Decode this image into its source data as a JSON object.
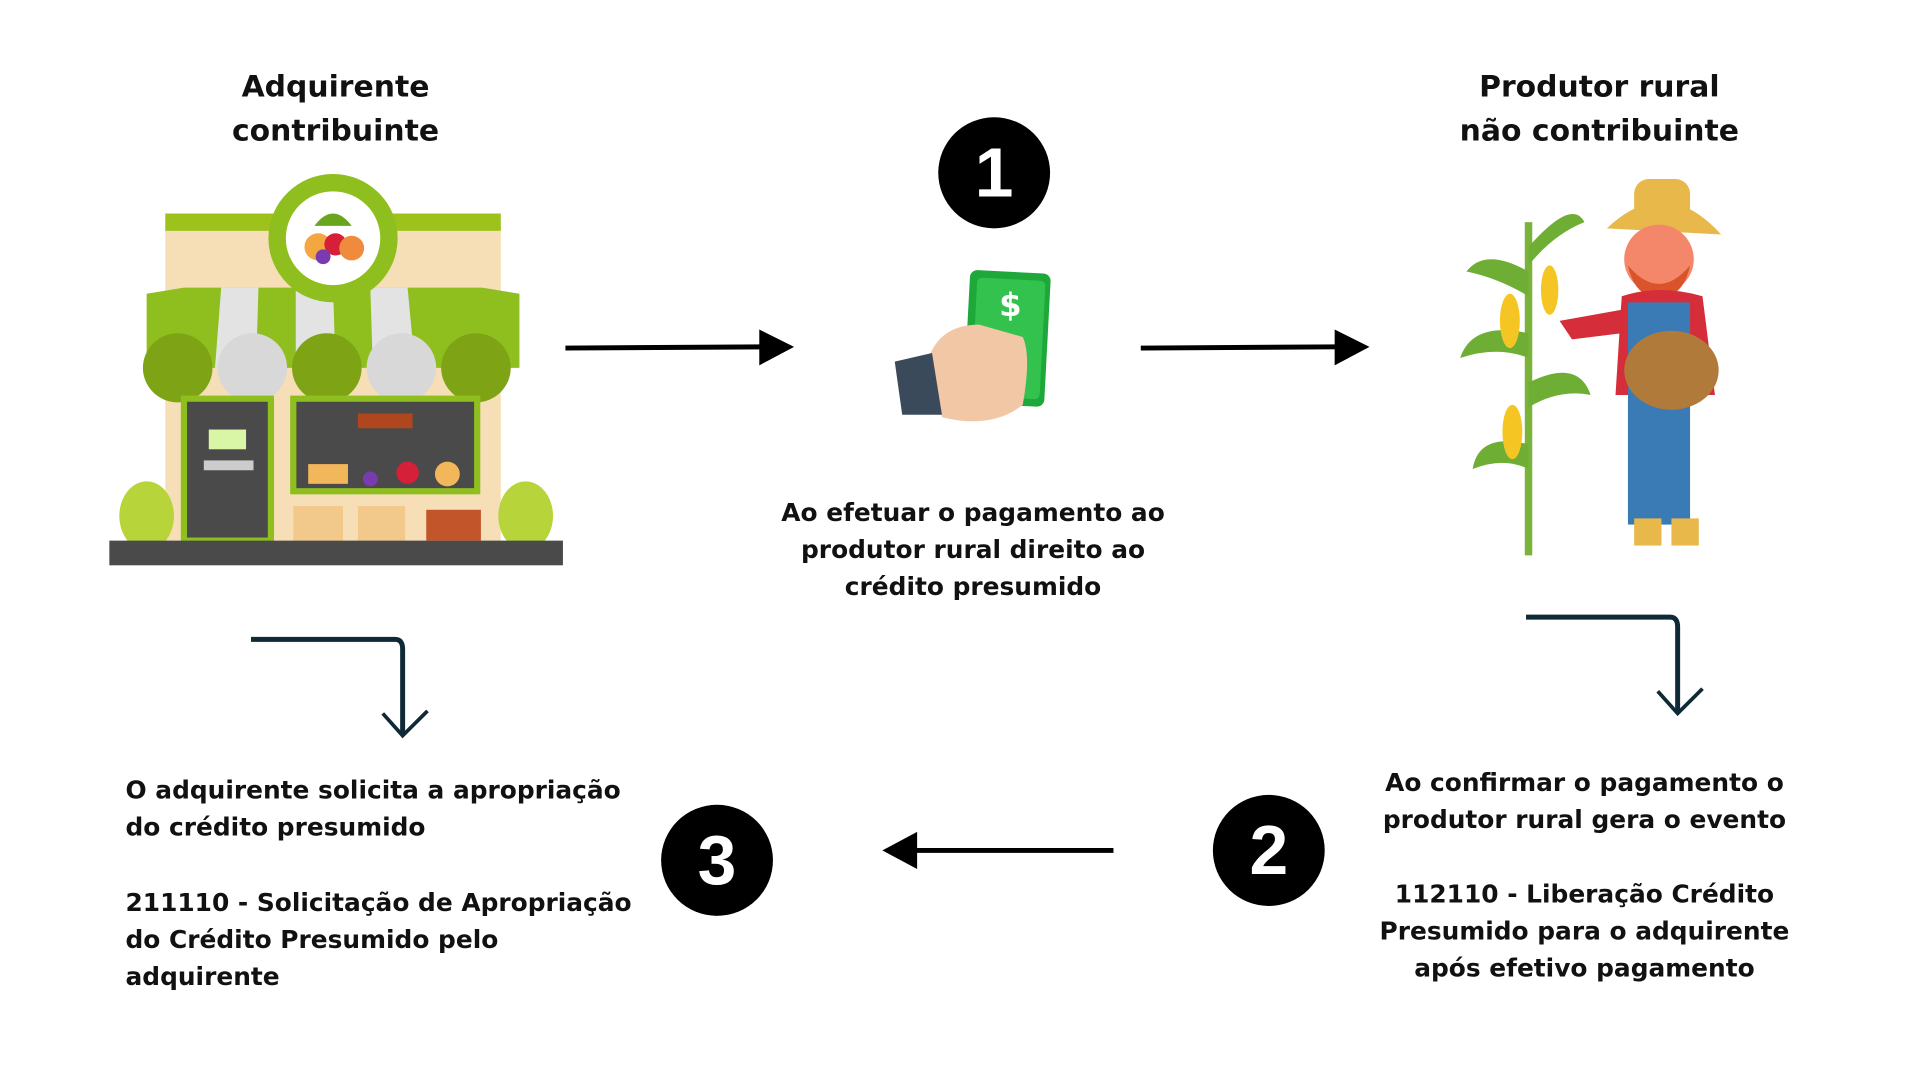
{
  "actors": {
    "buyer": {
      "title_line1": "Adquirente",
      "title_line2": "contribuinte"
    },
    "producer": {
      "title_line1": "Produtor rural",
      "title_line2": "não contribuinte"
    }
  },
  "steps": [
    {
      "number": "1",
      "text": "Ao efetuar o pagamento ao\nprodutor rural  direito ao\ncrédito presumido"
    },
    {
      "number": "2",
      "text": "Ao confirmar o pagamento o\nprodutor rural  gera o evento",
      "event": "112110 - Liberação Crédito\nPresumido para o adquirente\napós efetivo pagamento"
    },
    {
      "number": "3",
      "text": "O adquirente solicita a apropriação\ndo crédito presumido",
      "event": "211110 - Solicitação de Apropriação\ndo Crédito Presumido pelo\nadquirente"
    }
  ],
  "icons": {
    "money": "$"
  },
  "colors": {
    "green": "#8fbf1e",
    "dark": "#0f2a36"
  }
}
